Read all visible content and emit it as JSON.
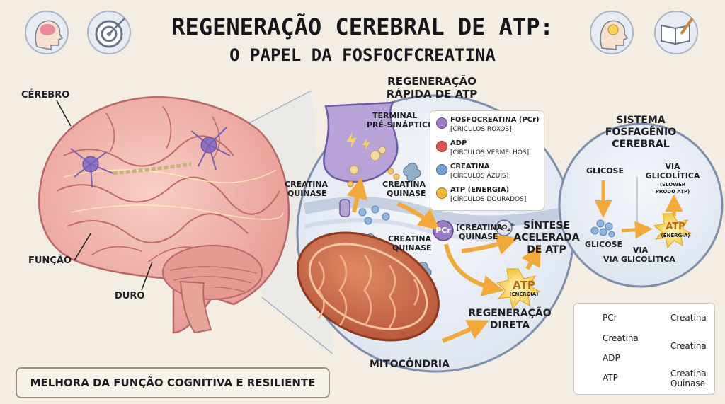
{
  "title": {
    "line1": "REGENERAÇÃO CEREBRAL DE ATP:",
    "line2": "O PAPEL DA FOSFOCFCREATINA"
  },
  "brain_labels": {
    "cerebro": "CÉREBRO",
    "funcao": "FUNÇÃO",
    "duro": "DURO"
  },
  "banner": "MELHORA DA FUNÇÃO COGNITIVA E RESILIENTE",
  "zoom": {
    "heading_1": "REGENERAÇÃO",
    "heading_2": "RÁPIDA DE ATP",
    "terminal_1": "TERMINAL",
    "terminal_2": "PRÉ-SINÁPTICO",
    "ck_left_1": "CREATINA",
    "ck_left_2": "QUINASE",
    "ck_right_1": "CREATINA",
    "ck_right_2": "QUINASE",
    "ck_mito_1": "CREATINA",
    "ck_mito_2": "QUINASE",
    "pcr": "PCr",
    "pcr_note_1": "[CREATINA",
    "pcr_note_2": "QUINASE",
    "po4": "PO",
    "po4_sub": "4",
    "po4_sup": "3-",
    "sintese_1": "SÍNTESE",
    "sintese_2": "ACELERADA",
    "sintese_3": "DE ATP",
    "atp": "ATP",
    "atp_sub": "(ENERGIA)",
    "regen_1": "REGENERAÇÃO",
    "regen_2": "DIRETA",
    "mito": "MITOCÔNDRIA"
  },
  "legend_inner": [
    {
      "name": "FOSFOCREATINA (PCr)",
      "note": "[CRICULOS ROXOS]",
      "color": "#9b7bc4"
    },
    {
      "name": "ADP",
      "note": "[CÍRCULOS VERMELHOS]",
      "color": "#d9534f"
    },
    {
      "name": "CREATINA",
      "note": "[CÍRCULOS AZUIS]",
      "color": "#6f9fd0"
    },
    {
      "name": "ATP (ENERGIA)",
      "note": "[CÍRCULOS DOURADOS]",
      "color": "#f2b73a"
    }
  ],
  "side": {
    "heading_1": "SISTEMA",
    "heading_2": "FOSFAGÊNIO",
    "heading_3": "CEREBRAL",
    "glicose_top": "GLICOSE",
    "via_1": "VIA",
    "via_2": "GLICOLÍTICA",
    "slower_1": "(SLOWER",
    "slower_2": "PRODU ATP)",
    "atp": "ATP",
    "atp_sub": "(ENERGIA)",
    "glicose_bottom": "GLICOSE",
    "via_bottom_1": "VIA",
    "via_bottom_2": "VIA GLICOLÍTICA"
  },
  "legend_bottom": [
    {
      "label": "PCr",
      "icon": "purple-circle-icon",
      "color": "#9b7bc4"
    },
    {
      "label": "Creatina",
      "icon": "purple-bean-icon",
      "color": "#9b7bc4"
    },
    {
      "label": "Creatina",
      "icon": "blue-circle-icon",
      "color": "#6f9fd0"
    },
    {
      "label": "Creatina",
      "icon": "green-pill-icon",
      "color": "#8fb0a6"
    },
    {
      "label": "ADP",
      "icon": "red-circle-icon",
      "color": "#d9534f"
    },
    {
      "label": "ATP",
      "icon": "gold-star-icon",
      "color": "#f2b73a"
    },
    {
      "label": "Creatina",
      "label2": "Quinase",
      "icon": "enzyme-icon",
      "color": "#a07ab8"
    }
  ],
  "colors": {
    "background": "#f3ede3",
    "brain": "#f0b3aa",
    "zoom_fill": "#eef2f8",
    "mitochondria": "#c96a4c",
    "synapse": "#b7a3d8",
    "arrow": "#f0a93a"
  },
  "icons": [
    "brain-head-icon",
    "target-icon",
    "lightbulb-head-icon",
    "book-pencil-icon"
  ]
}
